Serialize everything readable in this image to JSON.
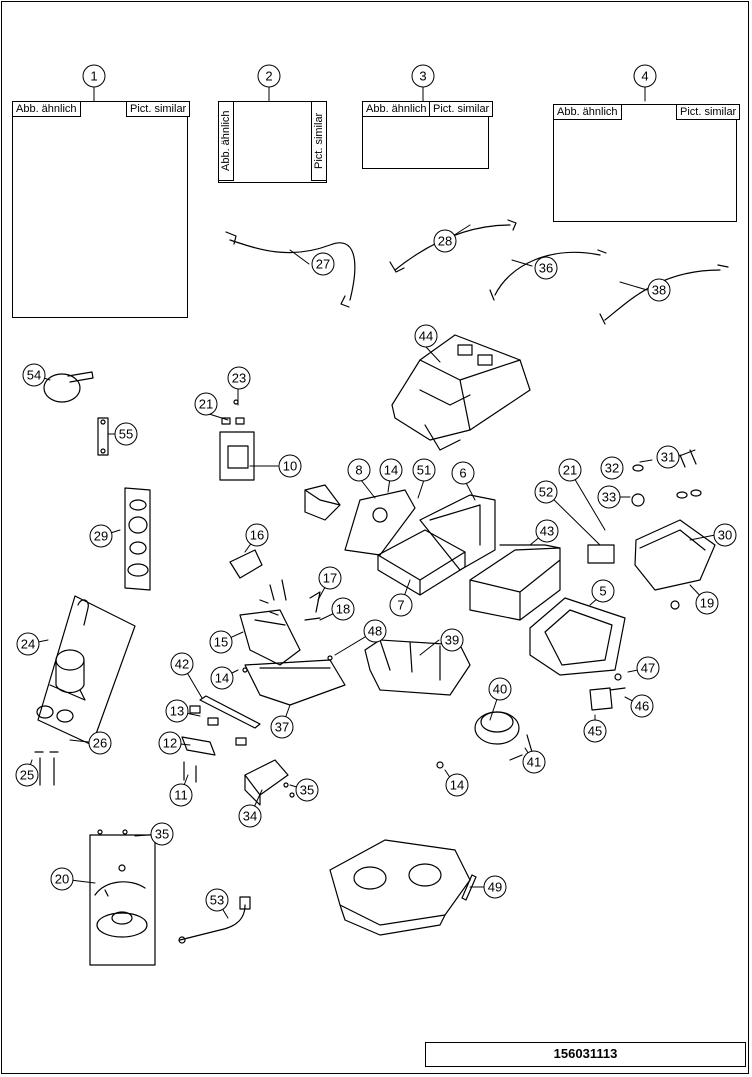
{
  "document_number": "156031113",
  "notes": {
    "similar_de": "Abb. ähnlich",
    "similar_en": "Pict. similar"
  },
  "callouts": [
    "1",
    "2",
    "3",
    "4",
    "5",
    "6",
    "7",
    "8",
    "10",
    "11",
    "12",
    "13",
    "14",
    "15",
    "16",
    "17",
    "18",
    "19",
    "20",
    "21",
    "23",
    "24",
    "25",
    "26",
    "27",
    "28",
    "29",
    "30",
    "31",
    "32",
    "33",
    "34",
    "35",
    "36",
    "37",
    "38",
    "39",
    "40",
    "41",
    "42",
    "43",
    "44",
    "45",
    "46",
    "47",
    "48",
    "49",
    "51",
    "52",
    "53",
    "54",
    "55"
  ]
}
